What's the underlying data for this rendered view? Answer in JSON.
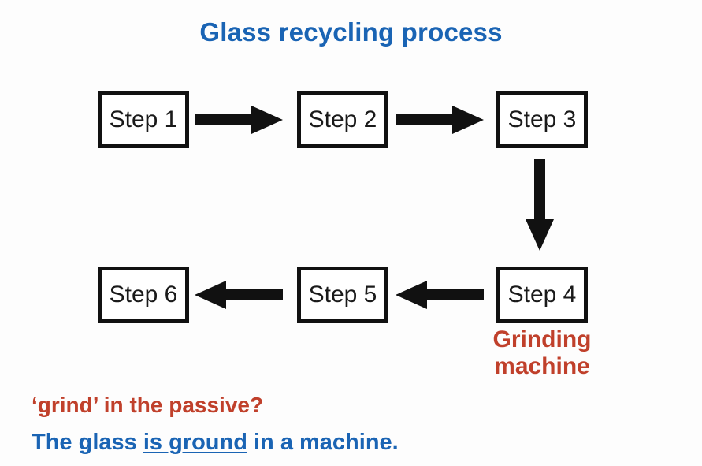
{
  "slide": {
    "title": "Glass recycling process",
    "background_color": "#fdfdfd",
    "title_color": "#1a64b4",
    "accent_red": "#c0402b",
    "box_border_color": "#111111",
    "arrow_color": "#111111"
  },
  "diagram": {
    "boxes": [
      {
        "id": "step1",
        "label": "Step 1"
      },
      {
        "id": "step2",
        "label": "Step 2"
      },
      {
        "id": "step3",
        "label": "Step 3"
      },
      {
        "id": "step4",
        "label": "Step 4"
      },
      {
        "id": "step5",
        "label": "Step 5"
      },
      {
        "id": "step6",
        "label": "Step 6"
      }
    ],
    "arrows": [
      {
        "id": "step1-to-step2",
        "direction": "right"
      },
      {
        "id": "step2-to-step3",
        "direction": "right"
      },
      {
        "id": "step3-to-step4",
        "direction": "down"
      },
      {
        "id": "step4-to-step5",
        "direction": "left"
      },
      {
        "id": "step5-to-step6",
        "direction": "left"
      }
    ],
    "annotation": {
      "line1": "Grinding",
      "line2": "machine",
      "color": "#c0402b",
      "attached_to": "step4"
    }
  },
  "footer": {
    "prompt": "‘grind’ in the passive?",
    "answer": {
      "before": "The glass ",
      "highlight": "is ground",
      "after": " in a machine."
    }
  }
}
